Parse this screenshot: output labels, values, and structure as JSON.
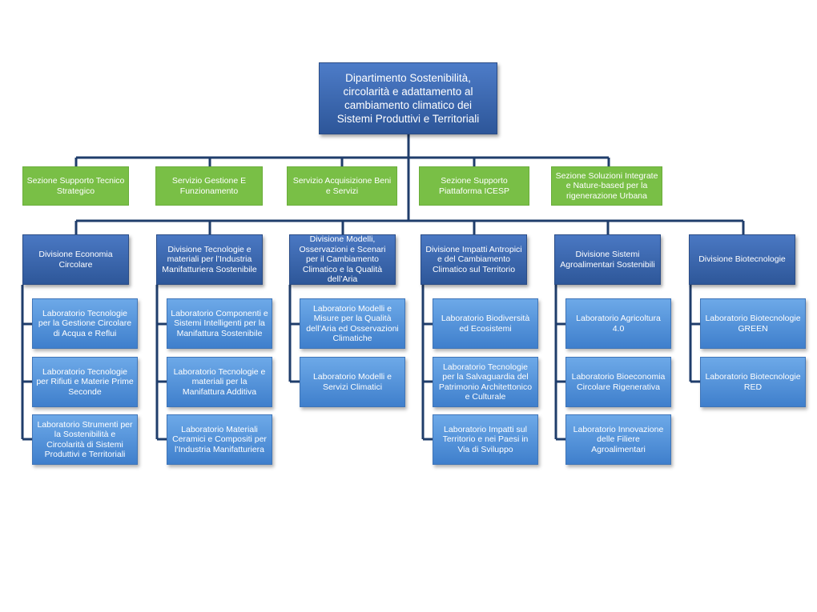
{
  "root": {
    "title": "Dipartimento Sostenibilità, circolarità e adattamento al cambiamento climatico dei Sistemi Produttivi e Territoriali"
  },
  "sezioni": [
    "Sezione Supporto Tecnico Strategico",
    "Servizio Gestione E Funzionamento",
    "Servizio Acquisizione Beni e Servizi",
    "Sezione Supporto Piattaforma ICESP",
    "Sezione Soluzioni Integrate e Nature-based per la rigenerazione Urbana"
  ],
  "divisioni": [
    {
      "title": "Divisione Economia Circolare",
      "labs": [
        "Laboratorio Tecnologie per la Gestione Circolare di Acqua e Reflui",
        "Laboratorio Tecnologie per Rifiuti e Materie Prime Seconde",
        "Laboratorio Strumenti per la Sostenibilità e Circolarità di Sistemi Produttivi e Territoriali"
      ]
    },
    {
      "title": "Divisione Tecnologie e materiali per l’Industria Manifatturiera Sostenibile",
      "labs": [
        "Laboratorio Componenti e Sistemi Intelligenti per la Manifattura Sostenibile",
        "Laboratorio Tecnologie e materiali per la Manifattura Additiva",
        "Laboratorio Materiali Ceramici e Compositi per l’Industria Manifatturiera"
      ]
    },
    {
      "title": "Divisione Modelli, Osservazioni e Scenari per il Cambiamento Climatico e la Qualità dell’Aria",
      "labs": [
        "Laboratorio Modelli e Misure per la Qualità dell’Aria ed Osservazioni Climatiche",
        "Laboratorio Modelli e Servizi Climatici"
      ]
    },
    {
      "title": "Divisione Impatti Antropici e del Cambiamento Climatico sul Territorio",
      "labs": [
        "Laboratorio Biodiversità ed Ecosistemi",
        "Laboratorio Tecnologie per la Salvaguardia del Patrimonio Architettonico e Culturale",
        "Laboratorio Impatti sul Territorio e nei Paesi in Via di Sviluppo"
      ]
    },
    {
      "title": "Divisione Sistemi Agroalimentari Sostenibili",
      "labs": [
        "Laboratorio Agricoltura 4.0",
        "Laboratorio Bioeconomia Circolare Rigenerativa",
        "Laboratorio Innovazione delle Filiere Agroalimentari"
      ]
    },
    {
      "title": "Divisione Biotecnologie",
      "labs": [
        "Laboratorio Biotecnologie GREEN",
        "Laboratorio Biotecnologie RED"
      ]
    }
  ]
}
